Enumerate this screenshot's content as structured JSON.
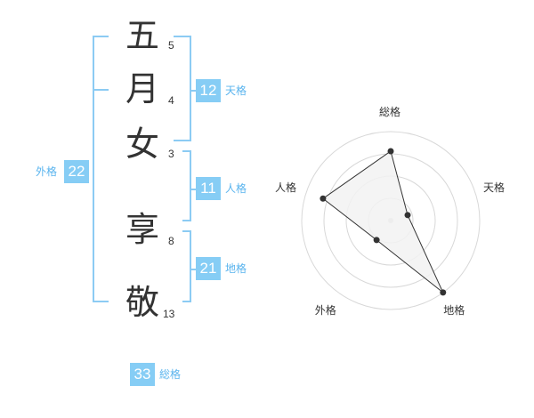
{
  "colors": {
    "bracket": "#8ccbf3",
    "badge": "#86cdf5",
    "label": "#5ab4ee",
    "text": "#333333",
    "grid": "#d8d8d8",
    "fill": "#f2f2f2",
    "stroke": "#333333"
  },
  "name": {
    "surname": [
      {
        "char": "五",
        "strokes": "5"
      },
      {
        "char": "月",
        "strokes": "4"
      },
      {
        "char": "女",
        "strokes": "3"
      }
    ],
    "given": [
      {
        "char": "享",
        "strokes": "8"
      },
      {
        "char": "敬",
        "strokes": "13"
      }
    ]
  },
  "kakusu": {
    "tenkaku": {
      "value": "12",
      "label": "天格"
    },
    "jinkaku": {
      "value": "11",
      "label": "人格"
    },
    "chikaku": {
      "value": "21",
      "label": "地格"
    },
    "gaikaku": {
      "value": "22",
      "label": "外格"
    },
    "soukaku": {
      "value": "33",
      "label": "総格"
    }
  },
  "chart_data": {
    "type": "radar",
    "axes": [
      "総格",
      "天格",
      "地格",
      "外格",
      "人格"
    ],
    "values": [
      0.78,
      0.2,
      1.0,
      0.27,
      0.8
    ],
    "rings": 4,
    "range": [
      0,
      1
    ]
  }
}
